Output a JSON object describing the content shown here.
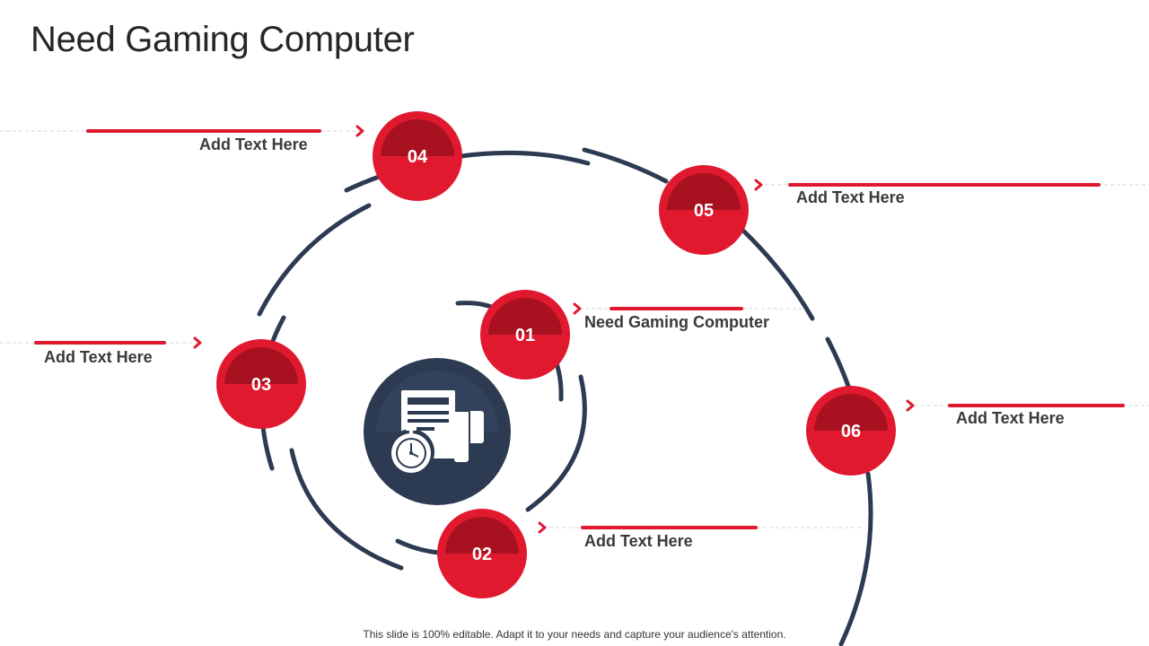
{
  "slide": {
    "title": "Need Gaming Computer",
    "footer": "This slide is 100% editable. Adapt it to your needs and capture your audience's attention."
  },
  "colors": {
    "accent_red": "#e0192f",
    "accent_dark_red": "#a8111f",
    "navy": "#2c3a52",
    "title_text": "#262626",
    "label_text": "#3a3a3a"
  },
  "center_icon": {
    "name": "report-stopwatch-icon"
  },
  "nodes": [
    {
      "number": "01",
      "label": "Need Gaming Computer"
    },
    {
      "number": "02",
      "label": "Add Text Here"
    },
    {
      "number": "03",
      "label": "Add Text Here"
    },
    {
      "number": "04",
      "label": "Add Text Here"
    },
    {
      "number": "05",
      "label": "Add Text Here"
    },
    {
      "number": "06",
      "label": "Add Text Here"
    }
  ]
}
